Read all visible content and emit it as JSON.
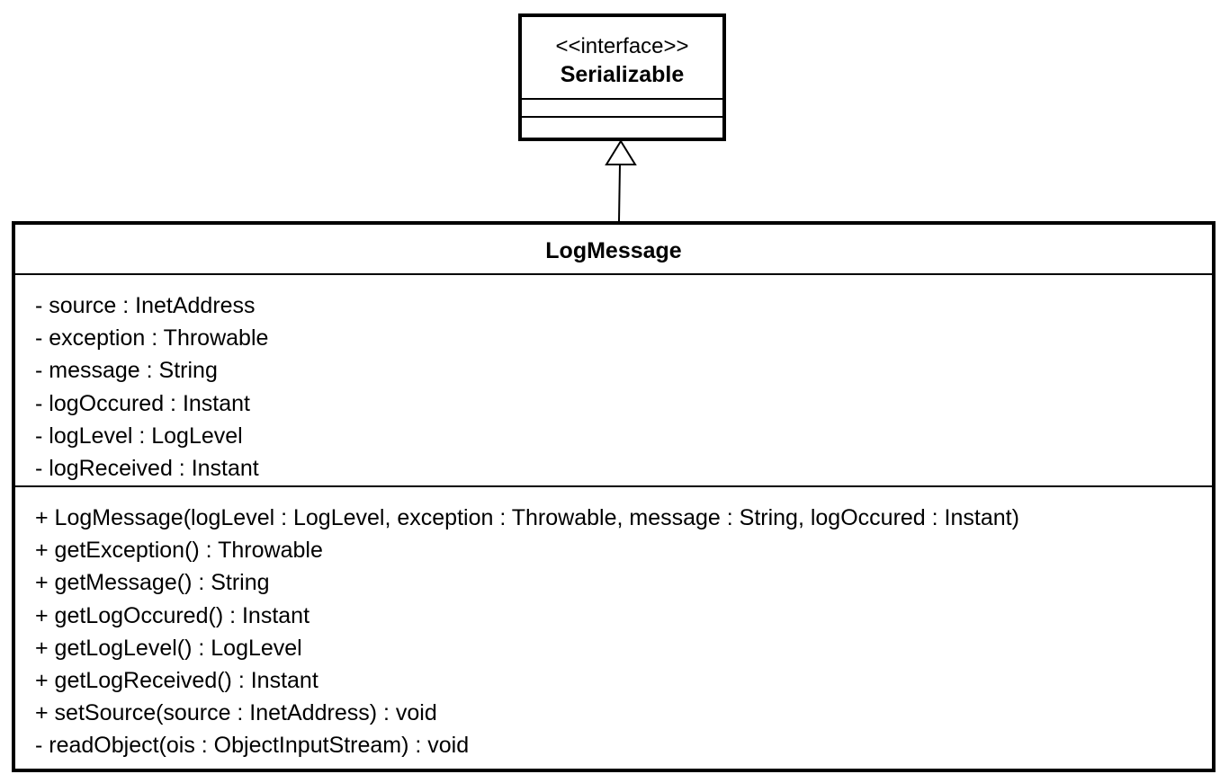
{
  "interface": {
    "stereotype": "<<interface>>",
    "name": "Serializable"
  },
  "class": {
    "name": "LogMessage",
    "attributes": [
      "- source : InetAddress",
      "- exception : Throwable",
      "- message : String",
      "- logOccured : Instant",
      "- logLevel : LogLevel",
      "- logReceived : Instant"
    ],
    "operations": [
      "+ LogMessage(logLevel : LogLevel, exception : Throwable, message : String, logOccured : Instant)",
      "+ getException() : Throwable",
      "+ getMessage() : String",
      "+ getLogOccured() : Instant",
      "+ getLogLevel() : LogLevel",
      "+ getLogReceived() : Instant",
      "+ setSource(source : InetAddress) : void",
      "- readObject(ois : ObjectInputStream) : void"
    ]
  },
  "relationship": {
    "type": "realization",
    "from": "LogMessage",
    "to": "Serializable"
  }
}
